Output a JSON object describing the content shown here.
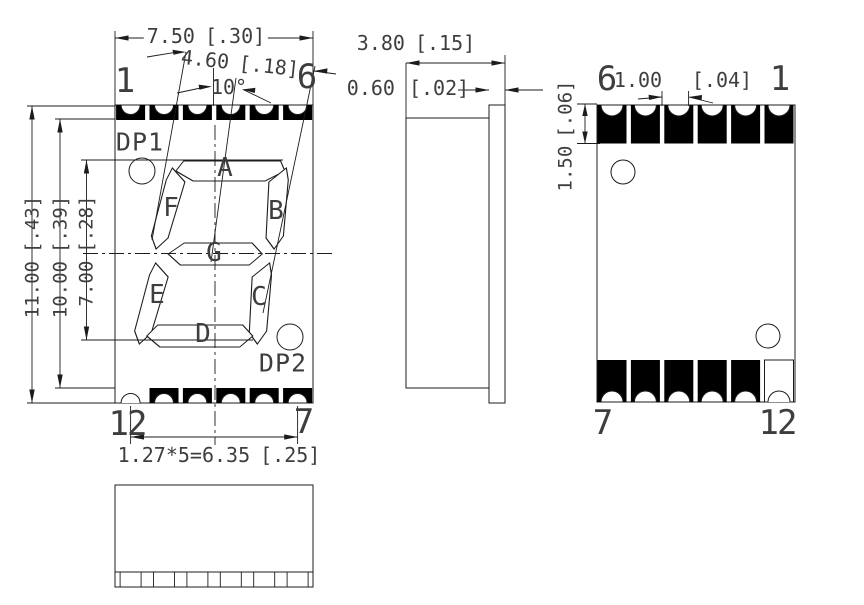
{
  "front_view": {
    "pin_top_left": "1",
    "pin_top_right": "6",
    "pin_bottom_left": "12",
    "pin_bottom_right": "7",
    "dp1": "DP1",
    "dp2": "DP2",
    "segments": {
      "a": "A",
      "b": "B",
      "c": "C",
      "d": "D",
      "e": "E",
      "f": "F",
      "g": "G"
    },
    "dims": {
      "overall_width": {
        "mm": "7.50",
        "inch": "[.30]"
      },
      "digit_width": {
        "mm": "4.60",
        "inch": "[.18]"
      },
      "tilt_angle": {
        "deg": "10°"
      },
      "overall_height": {
        "mm": "11.00",
        "inch": "[.43]"
      },
      "inner_height": {
        "mm": "10.00",
        "inch": "[.39]"
      },
      "digit_height": {
        "mm": "7.00",
        "inch": "[.28]"
      },
      "pad_pitch": {
        "mm": "1.27*5=6.35",
        "inch": "[.25]"
      }
    }
  },
  "side_view": {
    "dims": {
      "total_depth": {
        "mm": "3.80",
        "inch": "[.15]"
      },
      "substrate_thickness": {
        "mm": "0.60",
        "inch": "[.02]"
      }
    }
  },
  "back_view": {
    "pin_top_left": "6",
    "pin_top_right": "1",
    "pin_bottom_left": "7",
    "pin_bottom_right": "12",
    "dims": {
      "pad_width": {
        "mm": "1.00",
        "inch": "[.04]"
      },
      "pad_height": {
        "mm": "1.50",
        "inch": "[.06]"
      }
    }
  },
  "colors": {
    "line": "#1c1c1c",
    "pad_fill": "#000000",
    "text": "#3e3e3e",
    "background": "#ffffff"
  }
}
